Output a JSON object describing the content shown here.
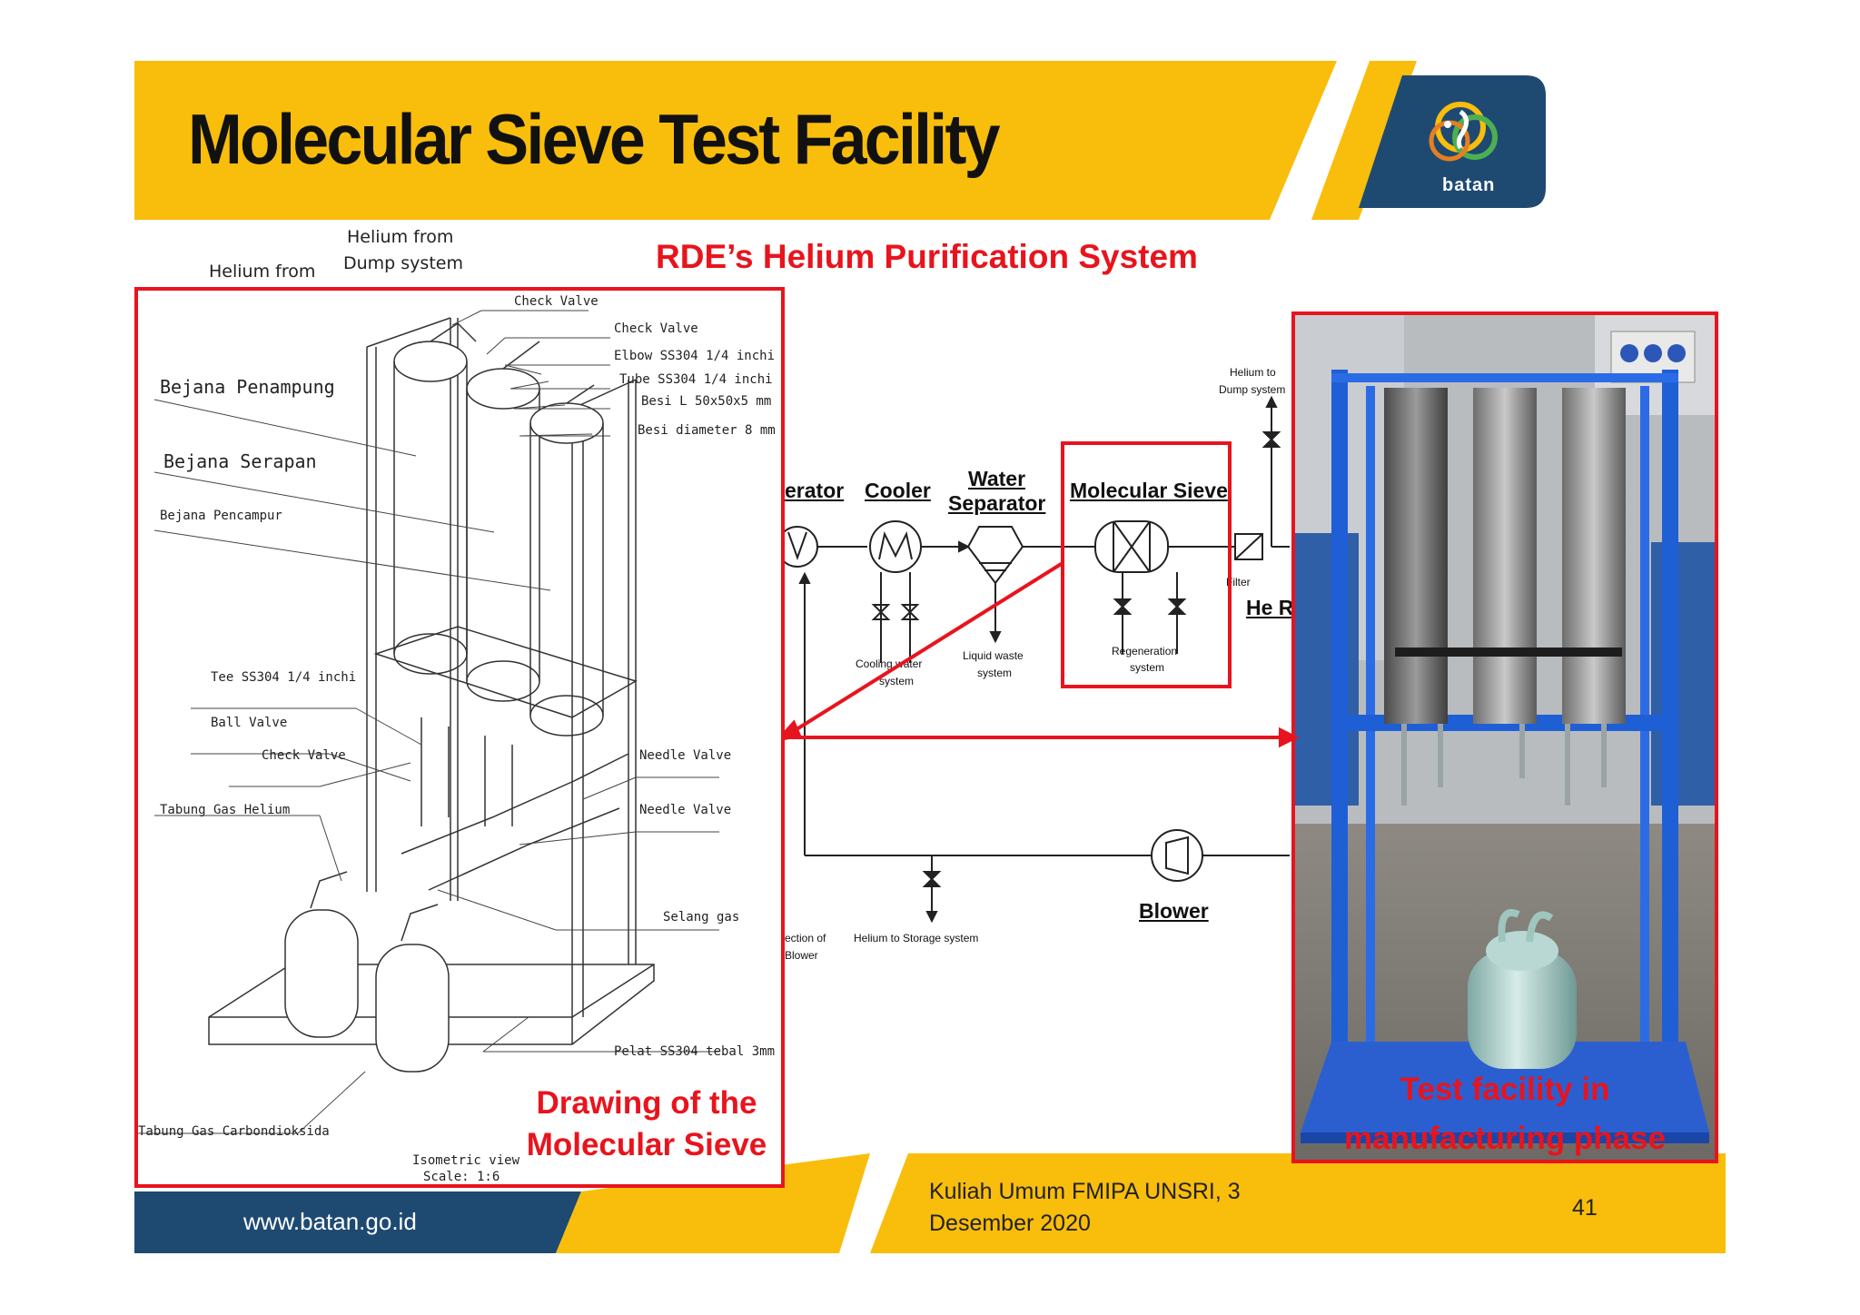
{
  "slide": {
    "title": "Molecular Sieve Test Facility",
    "subtitle": "RDE’s Helium Purification System",
    "logo_text": "batan",
    "colors": {
      "yellow": "#f9bd0b",
      "navy": "#1e4a72",
      "red": "#e8141d"
    }
  },
  "drawing": {
    "top_labels": [
      "Helium from",
      "Helium from",
      "Dump system"
    ],
    "callouts": {
      "check_valve_1": "Check Valve",
      "check_valve_2": "Check Valve",
      "elbow": "Elbow SS304 1/4 inchi",
      "tube": "Tube SS304 1/4 inchi",
      "besi_l": "Besi L 50x50x5 mm",
      "besi_d": "Besi diameter 8 mm",
      "bejana_penampung": "Bejana Penampung",
      "bejana_serapan": "Bejana Serapan",
      "bejana_pencampur": "Bejana Pencampur",
      "tee": "Tee SS304 1/4 inchi",
      "ball_valve": "Ball Valve",
      "check_valve_3": "Check Valve",
      "tabung_helium": "Tabung Gas Helium",
      "needle_valve_1": "Needle Valve",
      "needle_valve_2": "Needle Valve",
      "selang": "Selang gas",
      "pelat": "Pelat SS304 tebal 3mm",
      "tabung_co2": "Tabung Gas Carbondioksida",
      "iso_view": "Isometric view",
      "scale": "Scale:  1:6"
    },
    "caption_line1": "Drawing of the",
    "caption_line2": "Molecular Sieve"
  },
  "pid": {
    "generator": "erator",
    "cooler": "Cooler",
    "water_separator_1": "Water",
    "water_separator_2": "Separator",
    "molecular_sieve": "Molecular Sieve",
    "helium_to_dump_1": "Helium to",
    "helium_to_dump_2": "Dump system",
    "filter": "Filter",
    "he_r": "He R",
    "cooling_water_1": "Cooling water",
    "cooling_water_2": "system",
    "liquid_waste_1": "Liquid waste",
    "liquid_waste_2": "system",
    "regeneration_1": "Regeneration",
    "regeneration_2": "system",
    "blower": "Blower",
    "injection_1": "ection of",
    "injection_2": "Blower",
    "helium_storage": "Helium to Storage system"
  },
  "photo": {
    "caption_line1": "Test facility in",
    "caption_line2": "manufacturing phase"
  },
  "footer": {
    "url": "www.batan.go.id",
    "event_line1": "Kuliah Umum FMIPA UNSRI, 3",
    "event_line2": "Desember 2020",
    "page_number": "41"
  }
}
